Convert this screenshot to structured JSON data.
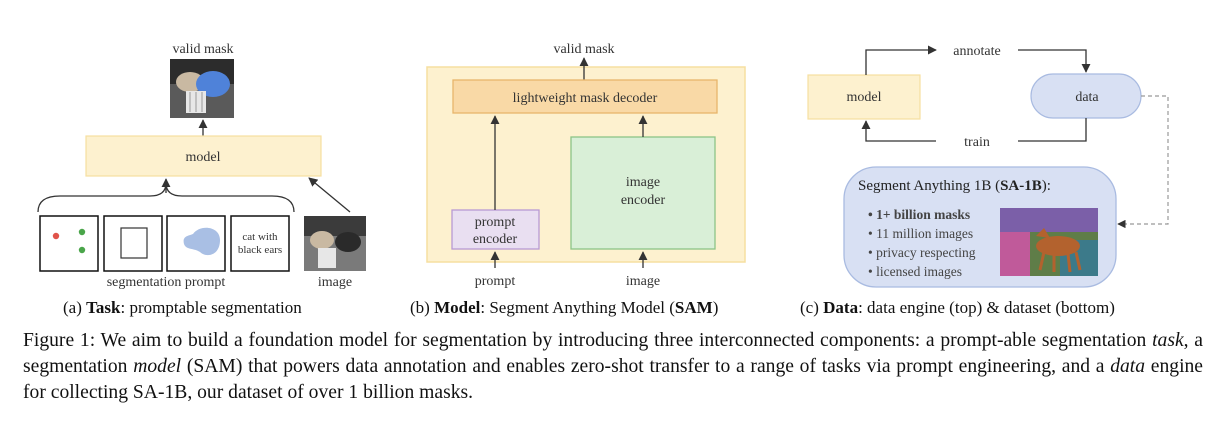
{
  "panel_a": {
    "valid_mask_label": "valid mask",
    "model_label": "model",
    "cat_text_prompt": "cat with black ears",
    "cat_text_line1": "cat with",
    "cat_text_line2": "black ears",
    "segmentation_prompt_label": "segmentation prompt",
    "image_label": "image",
    "subcaption_prefix": "(a) ",
    "subcaption_bold": "Task",
    "subcaption_rest": ": promptable segmentation"
  },
  "panel_b": {
    "valid_mask_label": "valid mask",
    "decoder_label": "lightweight mask decoder",
    "prompt_encoder_line1": "prompt",
    "prompt_encoder_line2": "encoder",
    "image_encoder_line1": "image",
    "image_encoder_line2": "encoder",
    "prompt_label": "prompt",
    "image_label": "image",
    "subcaption_prefix": "(b) ",
    "subcaption_bold": "Model",
    "subcaption_mid": ": Segment Anything Model (",
    "subcaption_bold2": "SAM",
    "subcaption_end": ")"
  },
  "panel_c": {
    "annotate_label": "annotate",
    "model_label": "model",
    "data_label": "data",
    "train_label": "train",
    "sa1b_title_prefix": "Segment Anything 1B (",
    "sa1b_title_bold": "SA-1B",
    "sa1b_title_suffix": "):",
    "bullets": [
      "1+ billion masks",
      "11 million images",
      "privacy respecting",
      "licensed images"
    ],
    "subcaption_prefix": "(c) ",
    "subcaption_bold": "Data",
    "subcaption_rest": ": data engine (top) & dataset (bottom)"
  },
  "caption": {
    "part1": "Figure 1: We aim to build a foundation model for segmentation by introducing three interconnected components: a prompt-able segmentation ",
    "task_word": "task",
    "part2": ", a segmentation ",
    "model_word": "model",
    "part3": " (SAM) that powers data annotation and enables zero-shot transfer to a range of tasks via prompt engineering, and a ",
    "data_word": "data",
    "part4": " engine for collecting SA-1B, our dataset of over 1 billion masks."
  },
  "colors": {
    "model_fill": "#fdf1cf",
    "decoder_fill": "#f9d9a6",
    "image_encoder_fill": "#d9efd7",
    "prompt_encoder_fill": "#e9dff1",
    "data_fill": "#d8e0f3",
    "dataset_fill": "#d8e0f3",
    "dot_red": "#e0534a",
    "dot_green": "#4aa54a",
    "blob": "#a9bfe4"
  }
}
